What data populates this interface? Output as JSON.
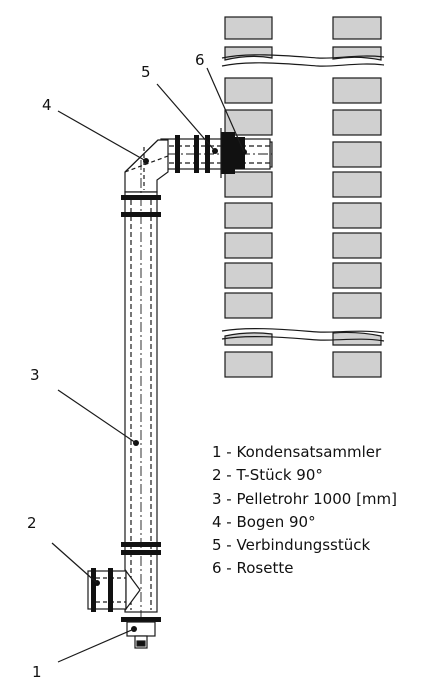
{
  "callouts": {
    "c1": "1",
    "c2": "2",
    "c3": "3",
    "c4": "4",
    "c5": "5",
    "c6": "6"
  },
  "legend": [
    "1 - Kondensatsammler",
    "2 - T-Stück 90°",
    "3 - Pelletrohr 1000 [mm]",
    "4 - Bogen 90°",
    "5 - Verbindungsstück",
    "6 - Rosette"
  ],
  "colors": {
    "line": "#1a1a1a",
    "brick_fill": "#d0d0d0",
    "pipe_fill": "#ffffff",
    "clamp": "#111111"
  }
}
